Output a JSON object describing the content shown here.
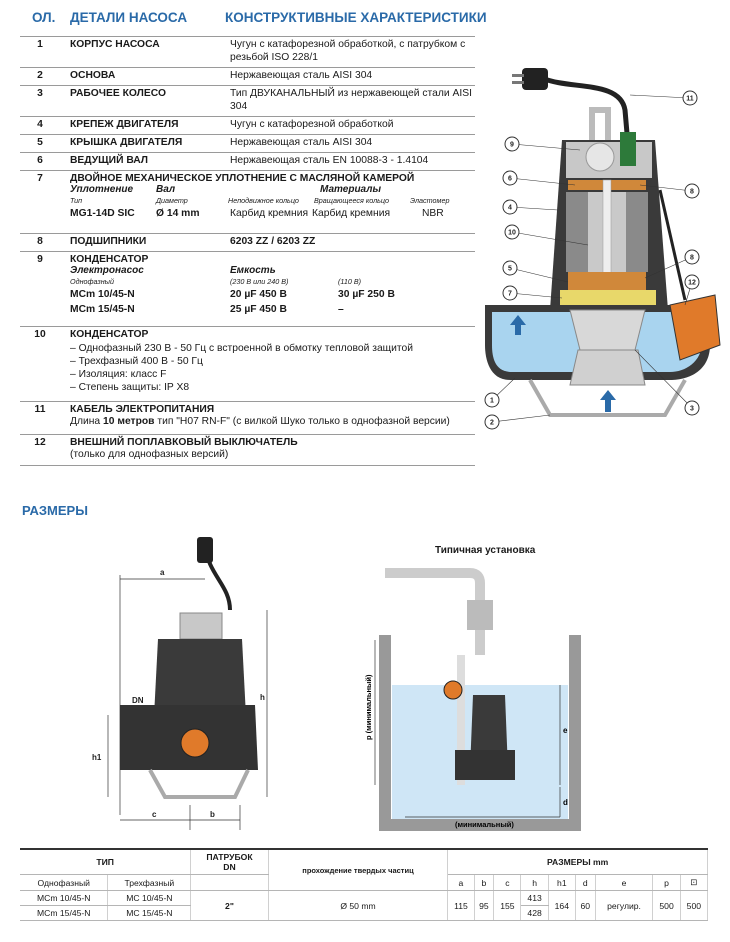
{
  "headers": {
    "col_num": "ОЛ.",
    "col_parts": "ДЕТАЛИ НАСОСА",
    "col_char": "КОНСТРУКТИВНЫЕ ХАРАКТЕРИСТИКИ"
  },
  "parts": [
    {
      "num": "1",
      "name": "КОРПУС НАСОСА",
      "value": "Чугун с катафорезной обработкой, с  патрубком с резьбой ISO 228/1"
    },
    {
      "num": "2",
      "name": "ОСНОВА",
      "value": "Нержавеющая сталь AISI 304"
    },
    {
      "num": "3",
      "name": "РАБОЧЕЕ КОЛЕСО",
      "value": "Тип ДВУКАНАЛЬНЫЙ из нержавеющей стали AISI 304"
    },
    {
      "num": "4",
      "name": "КРЕПЕЖ ДВИГАТЕЛЯ",
      "value": "Чугун с катафорезной обработкой"
    },
    {
      "num": "5",
      "name": "КРЫШКА ДВИГАТЕЛЯ",
      "value": "Нержавеющая сталь AISI 304"
    },
    {
      "num": "6",
      "name": "ВЕДУЩИЙ ВАЛ",
      "value": "Нержавеющая сталь EN 10088-3 - 1.4104"
    }
  ],
  "seal": {
    "num": "7",
    "name": "ДВОЙНОЕ МЕХАНИЧЕСКОЕ УПЛОТНЕНИЕ С МАСЛЯНОЙ КАМЕРОЙ",
    "h_seal": "Уплотнение",
    "h_shaft": "Вал",
    "h_materials": "Материалы",
    "s_type": "Тип",
    "s_diam": "Диаметр",
    "s_fixed": "Неподвижное кольцо",
    "s_rot": "Вращающееся кольцо",
    "s_elast": "Эластомер",
    "type": "MG1-14D SIC",
    "diam": "Ø 14 mm",
    "fixed": "Карбид кремния",
    "rot": "Карбид кремния",
    "elast": "NBR"
  },
  "bearings": {
    "num": "8",
    "name": "ПОДШИПНИКИ",
    "value": "6203 ZZ / 6203 ZZ"
  },
  "capacitor": {
    "num": "9",
    "name": "КОНДЕНСАТОР",
    "h_cap": "Электронасос",
    "h_sub": "Однофазный",
    "h_cap2": "Емкость",
    "h_230": "(230 В или 240 В)",
    "h_110": "(110 В)",
    "rows": [
      {
        "model": "MCm 10/45-N",
        "c230": "20 µF 450 В",
        "c110": "30 µF 250 В"
      },
      {
        "model": "MCm 15/45-N",
        "c230": "25 µF 450 В",
        "c110": "–"
      }
    ]
  },
  "motor": {
    "num": "10",
    "name": "КОНДЕНСАТОР",
    "items": [
      "– Однофазный 230 В - 50 Гц с встроенной в обмотку тепловой защитой",
      "– Трехфазный 400 В - 50 Гц",
      "– Изоляция: класс F",
      "– Степень защиты: IP X8"
    ]
  },
  "cable": {
    "num": "11",
    "name": "КАБЕЛЬ ЭЛЕКТРОПИТАНИЯ",
    "pre": "Длина ",
    "bold": "10 метров",
    "post": " тип \"H07 RN-F\" (с вилкой Шуко только в однофазной версии)"
  },
  "float": {
    "num": "12",
    "name": "ВНЕШНИЙ ПОПЛАВКОВЫЙ ВЫКЛЮЧАТЕЛЬ",
    "note": "(только для однофазных версий)"
  },
  "callouts": [
    "1",
    "2",
    "3",
    "4",
    "5",
    "6",
    "7",
    "8",
    "9",
    "10",
    "11",
    "12"
  ],
  "section_title": "РАЗМЕРЫ",
  "install_caption": "Типичная установка",
  "dim_labels": {
    "a": "a",
    "b": "b",
    "c": "c",
    "h": "h",
    "h1": "h1",
    "dn": "DN",
    "p": "p  (минимальный)",
    "e": "e",
    "d": "d",
    "sq": "(минимальный)"
  },
  "table": {
    "h_type": "ТИП",
    "h_dn": "ПАТРУБОК",
    "h_dn2": "DN",
    "h_solids": "прохождение твердых частиц",
    "h_dims": "РАЗМЕРЫ mm",
    "h_single": "Однофазный",
    "h_three": "Трехфазный",
    "cols": [
      "a",
      "b",
      "c",
      "h",
      "h1",
      "d",
      "e",
      "p",
      "⊡"
    ],
    "rows": [
      {
        "single": "MCm 10/45-N",
        "three": "MC 10/45-N",
        "h": "413"
      },
      {
        "single": "MCm 15/45-N",
        "three": "MC 15/45-N",
        "h": "428"
      }
    ],
    "dn": "2\"",
    "solids": "Ø 50 mm",
    "a": "115",
    "b": "95",
    "c": "155",
    "h1": "164",
    "d": "60",
    "e": "регулир.",
    "p": "500",
    "sq": "500"
  }
}
